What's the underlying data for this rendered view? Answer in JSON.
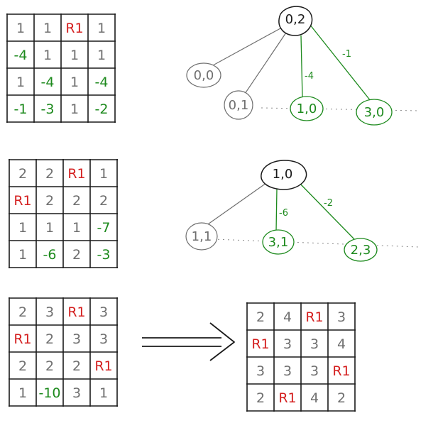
{
  "grids": [
    {
      "id": "grid-1",
      "cells": [
        [
          "1",
          "1",
          "R1",
          "1"
        ],
        [
          "-4",
          "1",
          "1",
          "1"
        ],
        [
          "1",
          "-4",
          "1",
          "-4"
        ],
        [
          "-1",
          "-3",
          "1",
          "-2"
        ]
      ]
    },
    {
      "id": "grid-2",
      "cells": [
        [
          "2",
          "2",
          "R1",
          "1"
        ],
        [
          "R1",
          "2",
          "2",
          "2"
        ],
        [
          "1",
          "1",
          "1",
          "-7"
        ],
        [
          "1",
          "-6",
          "2",
          "-3"
        ]
      ]
    },
    {
      "id": "grid-3",
      "cells": [
        [
          "2",
          "3",
          "R1",
          "3"
        ],
        [
          "R1",
          "2",
          "3",
          "3"
        ],
        [
          "2",
          "2",
          "2",
          "R1"
        ],
        [
          "1",
          "-10",
          "3",
          "1"
        ]
      ]
    },
    {
      "id": "grid-4",
      "cells": [
        [
          "2",
          "4",
          "R1",
          "3"
        ],
        [
          "R1",
          "3",
          "3",
          "4"
        ],
        [
          "3",
          "3",
          "3",
          "R1"
        ],
        [
          "2",
          "R1",
          "4",
          "2"
        ]
      ]
    }
  ],
  "trees": [
    {
      "id": "tree-1",
      "root": "0,2",
      "children": [
        {
          "label": "0,0",
          "edge": "",
          "active": false
        },
        {
          "label": "0,1",
          "edge": "",
          "active": false
        },
        {
          "label": "1,0",
          "edge": "-4",
          "active": true
        },
        {
          "label": "3,0",
          "edge": "-1",
          "active": true
        }
      ]
    },
    {
      "id": "tree-2",
      "root": "1,0",
      "children": [
        {
          "label": "1,1",
          "edge": "",
          "active": false
        },
        {
          "label": "3,1",
          "edge": "-6",
          "active": true
        },
        {
          "label": "2,3",
          "edge": "-2",
          "active": true
        }
      ]
    }
  ],
  "colors": {
    "ink": "#1a1a1a",
    "gray": "#6f6f6f",
    "green": "#1d8a1d",
    "red": "#d42020"
  }
}
